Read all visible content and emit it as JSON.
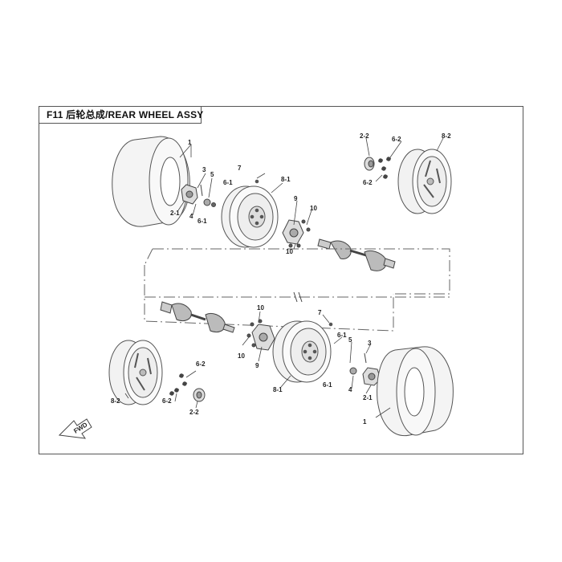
{
  "title": "F11 后轮总成/REAR WHEEL ASSY",
  "colors": {
    "line": "#555555",
    "text": "#222222",
    "background": "#ffffff"
  },
  "fwd_label": "FWD",
  "callouts": {
    "a1": "1",
    "a3": "3",
    "a21": "2-1",
    "a4": "4",
    "a5": "5",
    "a61": "6-1",
    "a61b": "6-1",
    "a7": "7",
    "a81": "8-1",
    "a9": "9",
    "a10": "10",
    "a10b": "10",
    "b22": "2-2",
    "b62": "6-2",
    "b62b": "6-2",
    "b82": "8-2",
    "c10": "10",
    "c10b": "10",
    "c9": "9",
    "c7": "7",
    "c61": "6-1",
    "c61b": "6-1",
    "c5": "5",
    "c4": "4",
    "c3": "3",
    "c21": "2-1",
    "c81": "8-1",
    "c1": "1",
    "d62": "6-2",
    "d62b": "6-2",
    "d82": "8-2",
    "d22": "2-2"
  }
}
